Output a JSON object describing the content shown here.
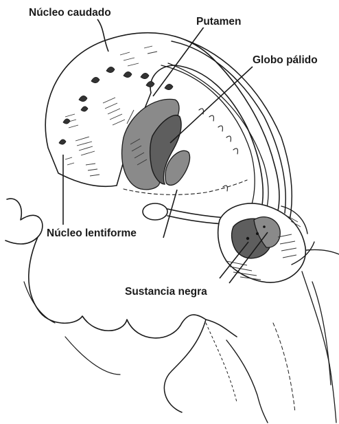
{
  "labels": {
    "nucleo_caudado": "Núcleo caudado",
    "putamen": "Putamen",
    "globo_palido": "Globo pálido",
    "nucleo_lentiforme": "Núcleo lentiforme",
    "sustancia_negra": "Sustancia negra"
  },
  "colors": {
    "ink": "#1a1a1a",
    "shade_dark": "#5e5e5e",
    "shade_mid": "#8a8a8a",
    "background": "#ffffff"
  }
}
